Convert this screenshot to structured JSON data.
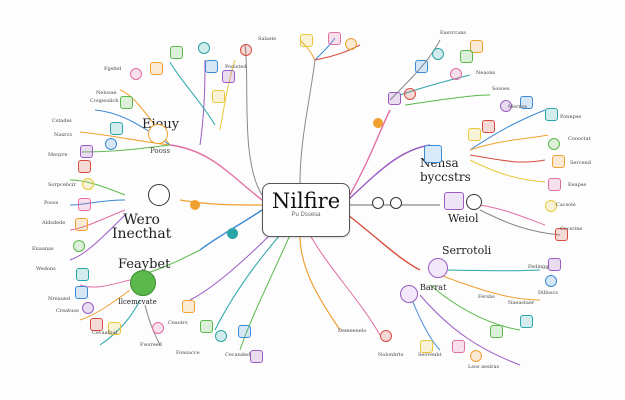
{
  "center": {
    "title": "Nilfire",
    "subtitle": "Pu Dssesa"
  },
  "branches": {
    "left_top": "Eieuy",
    "left_top_sub": "Pooss",
    "left_mid": "Wero\nInecthat",
    "left_low": "Feaybet",
    "left_low_sub": "Ilcemcvate",
    "right_top": "Nensa\nbyccstrs",
    "right_mid": "Weiol",
    "right_low": "Serrotoli",
    "right_low2": "Barrat"
  },
  "small_labels": [
    "Fgsfed",
    "Nelosae",
    "Coupealich",
    "Cstadss",
    "Naxrcs",
    "Meuyre",
    "Sorpcebcir",
    "Pooss",
    "Aldsdede",
    "Enaanas",
    "Wedons",
    "Nreaued",
    "Creatuse",
    "Cevaalbat",
    "Fwsreed",
    "Ceaotrs",
    "Fonsacce",
    "Cecanded",
    "Demeenelo",
    "Nolonbrts",
    "Seovenbt",
    "Lsos aesiras",
    "Fersbs",
    "Naeastaer",
    "Dilluscs",
    "Fedingg",
    "Cocsrine",
    "Cacsole",
    "Eeapse",
    "Sercend",
    "Coooctat",
    "Ponnpse",
    "Mernvs",
    "Sosoes",
    "Neaons",
    "Easvrcans",
    "Pooisted",
    "Salasie"
  ],
  "colors": {
    "pink": "#e26ea4",
    "orange": "#f0a030",
    "green": "#5bb84a",
    "teal": "#2aa5a8",
    "blue": "#3c8ad6",
    "purple": "#9a5cc2",
    "red": "#d94c3d",
    "yellow": "#e8c83a",
    "gray": "#888888"
  }
}
